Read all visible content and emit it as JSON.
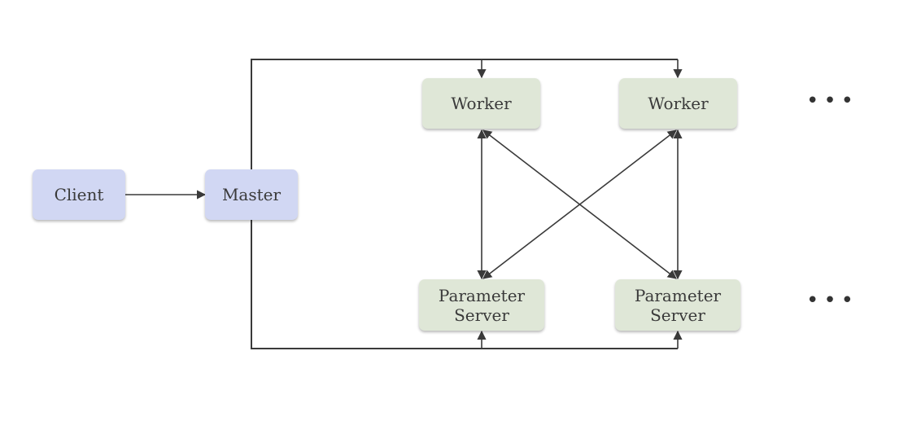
{
  "nodes": {
    "client": "Client",
    "master": "Master",
    "worker_1": "Worker",
    "worker_2": "Worker",
    "ps_1": "Parameter\nServer",
    "ps_2": "Parameter\nServer"
  },
  "continuation_markers": {
    "workers_row": "•••",
    "ps_row": "•••"
  },
  "colors": {
    "client_master_fill": "#d1d7f3",
    "worker_ps_fill": "#dfe7d7",
    "edge": "#3a3a3a"
  }
}
